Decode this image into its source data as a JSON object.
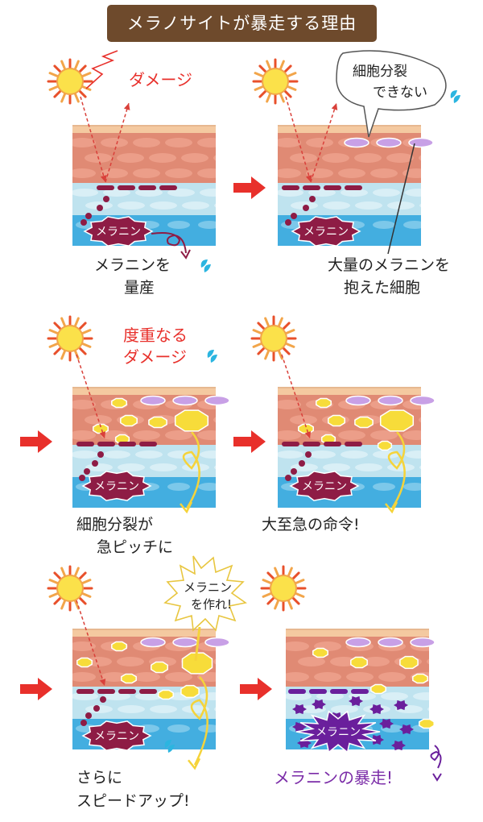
{
  "title": "メラノサイトが暴走する理由",
  "colors": {
    "banner": "#6e4a2c",
    "damage_text": "#e8302b",
    "runaway_text": "#7b2ca8",
    "arrow": "#e8302b",
    "melanin": "#8e1c45",
    "melanin_runaway": "#6a1f9c",
    "yellow": "#f7dc3a",
    "lavender": "#c8a0e6",
    "skin_top": "#f4c9a0",
    "dermis": "#e08a74",
    "basal": "#bfe3ef",
    "blue": "#43aee0"
  },
  "panels": {
    "p1": {
      "top_label": "ダメージ",
      "blob_label": "メラニン",
      "caption": [
        "メラニンを",
        "量産"
      ]
    },
    "p2": {
      "bubble": [
        "細胞分裂",
        "できない"
      ],
      "blob_label": "メラニン",
      "caption": [
        "大量のメラニンを",
        "抱えた細胞"
      ]
    },
    "p3": {
      "top_label": [
        "度重なる",
        "ダメージ"
      ],
      "blob_label": "メラニン",
      "caption": [
        "細胞分裂が",
        "急ピッチに"
      ]
    },
    "p4": {
      "blob_label": "メラニン",
      "caption": "大至急の命令!"
    },
    "p5": {
      "bubble": [
        "メラニン",
        "を作れ!"
      ],
      "blob_label": "メラニン",
      "caption": [
        "さらに",
        "スピードアップ!"
      ]
    },
    "p6": {
      "blob_label": "メラニン",
      "caption": "メラニンの暴走!"
    }
  }
}
